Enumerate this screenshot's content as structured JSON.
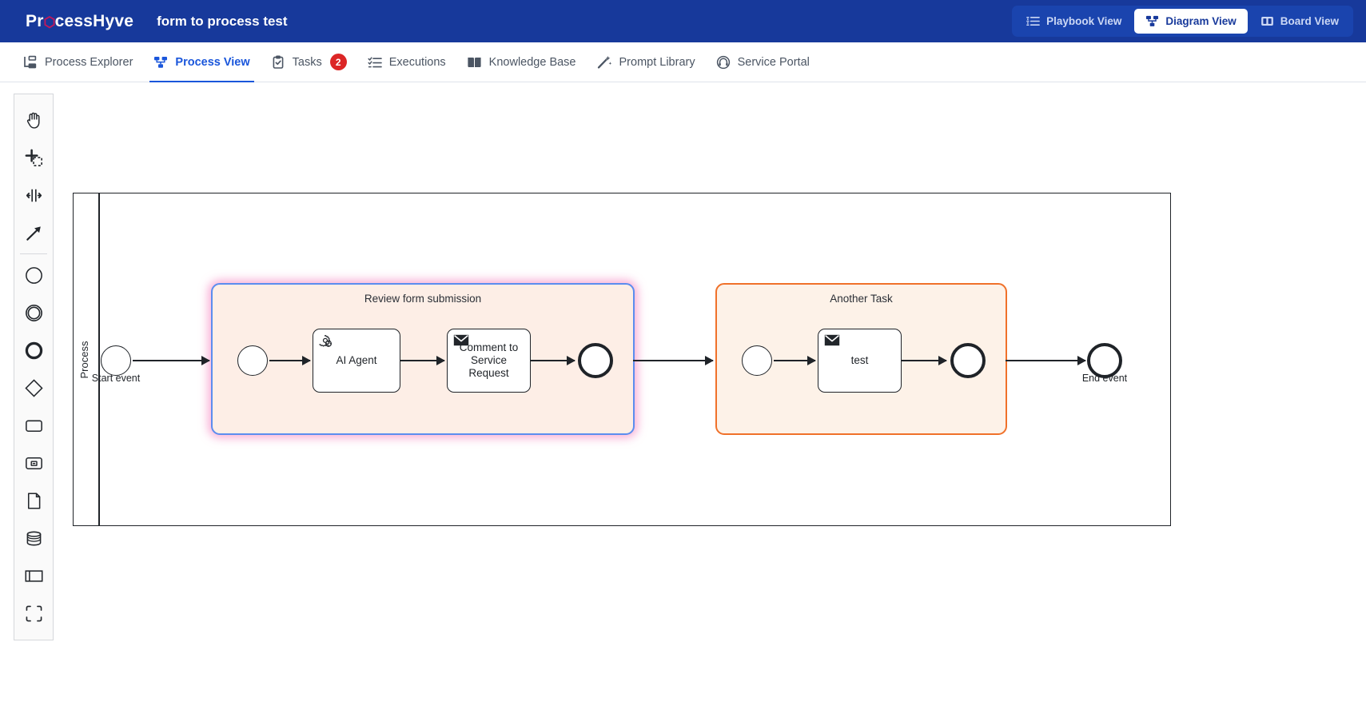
{
  "topbar": {
    "brand_pre": "Pr",
    "brand_post": "cessHyve",
    "brand_hex_icon": "hexagon-icon",
    "brand_hex_color": "#c2185b",
    "document_title": "form to process test",
    "background": "#17399b",
    "views": [
      {
        "label": "Playbook View",
        "icon": "playbook-list-icon",
        "active": false
      },
      {
        "label": "Diagram View",
        "icon": "diagram-node-icon",
        "active": true
      },
      {
        "label": "Board View",
        "icon": "board-columns-icon",
        "active": false
      }
    ]
  },
  "nav": {
    "active_color": "#1a56db",
    "items": [
      {
        "label": "Process Explorer",
        "icon": "sitemap-icon",
        "active": false,
        "badge": null
      },
      {
        "label": "Process View",
        "icon": "diagram-node-icon",
        "active": true,
        "badge": null
      },
      {
        "label": "Tasks",
        "icon": "clipboard-check-icon",
        "active": false,
        "badge": "2"
      },
      {
        "label": "Executions",
        "icon": "checklist-icon",
        "active": false,
        "badge": null
      },
      {
        "label": "Knowledge Base",
        "icon": "book-icon",
        "active": false,
        "badge": null
      },
      {
        "label": "Prompt Library",
        "icon": "magic-wand-icon",
        "active": false,
        "badge": null
      },
      {
        "label": "Service Portal",
        "icon": "headset-icon",
        "active": false,
        "badge": null
      }
    ]
  },
  "palette": {
    "tools": [
      {
        "name": "hand-tool-icon",
        "title": "Activate the hand tool"
      },
      {
        "name": "lasso-tool-icon",
        "title": "Activate the lasso tool"
      },
      {
        "name": "space-tool-icon",
        "title": "Activate the create/remove space tool"
      },
      {
        "name": "global-connect-tool-icon",
        "title": "Activate the global connect tool"
      },
      {
        "name": "start-event-icon",
        "title": "Create StartEvent"
      },
      {
        "name": "intermediate-event-icon",
        "title": "Create Intermediate/Boundary Event"
      },
      {
        "name": "end-event-icon",
        "title": "Create EndEvent"
      },
      {
        "name": "gateway-icon",
        "title": "Create Gateway"
      },
      {
        "name": "task-icon",
        "title": "Create Task"
      },
      {
        "name": "subprocess-icon",
        "title": "Create expanded SubProcess"
      },
      {
        "name": "data-object-icon",
        "title": "Create DataObjectReference"
      },
      {
        "name": "data-store-icon",
        "title": "Create DataStoreReference"
      },
      {
        "name": "pool-icon",
        "title": "Create Pool/Participant"
      },
      {
        "name": "group-icon",
        "title": "Create Group"
      }
    ]
  },
  "diagram": {
    "lane_label": "Process",
    "start_event_label": "Start event",
    "end_event_label": "End event",
    "groups": [
      {
        "title": "Review form submission",
        "state": "selected",
        "border_color": "#5b8def",
        "fill_color": "#fdeee6",
        "glow_color": "#f472b6"
      },
      {
        "title": "Another Task",
        "state": "plain",
        "border_color": "#f0712a",
        "fill_color": "#fdf2e8",
        "glow_color": ""
      }
    ],
    "tasks": [
      {
        "label": "AI Agent",
        "icon": "service-task-gear-icon"
      },
      {
        "label": "Comment to Service Request",
        "icon": "send-task-envelope-icon"
      },
      {
        "label": "test",
        "icon": "send-task-envelope-icon"
      }
    ]
  }
}
